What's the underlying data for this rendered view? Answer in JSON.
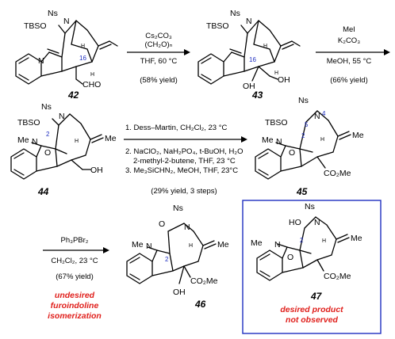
{
  "compounds": {
    "c42": {
      "number": "42",
      "ns": "Ns",
      "tbso": "TBSO",
      "n": "N",
      "h": "H",
      "et": "",
      "c16": "16",
      "cho": "CHO"
    },
    "c43": {
      "number": "43",
      "ns": "Ns",
      "tbso": "TBSO",
      "n": "N",
      "h": "H",
      "c16": "16",
      "oh1": "OH",
      "oh2": "OH"
    },
    "c44": {
      "number": "44",
      "ns": "Ns",
      "tbso": "TBSO",
      "me_n": "Me",
      "n": "N",
      "o": "O",
      "c2": "2",
      "h": "H",
      "me": "Me",
      "oh": "OH"
    },
    "c45": {
      "number": "45",
      "ns": "Ns",
      "tbso": "TBSO",
      "me_n": "Me",
      "n": "N",
      "o": "O",
      "c2": "2",
      "c4": "4",
      "c5": "5",
      "h": "H",
      "me": "Me",
      "co2me": "CO₂Me"
    },
    "c46": {
      "number": "46",
      "ns": "Ns",
      "me_n": "Me",
      "n": "N",
      "o": "O",
      "c2": "2",
      "h": "H",
      "me": "Me",
      "co2me": "CO₂Me",
      "oh": "OH"
    },
    "c47": {
      "number": "47",
      "ns": "Ns",
      "ho": "HO",
      "me_n": "Me",
      "n": "N",
      "o": "O",
      "c2": "2",
      "h": "H",
      "me": "Me",
      "co2me": "CO₂Me"
    }
  },
  "reactions": {
    "r1": {
      "reagent1": "Cs₂CO₃",
      "reagent2": "(CH₂O)ₙ",
      "cond": "THF, 60 °C",
      "yield": "(58% yield)"
    },
    "r2": {
      "reagent1": "MeI",
      "reagent2": "K₂CO₃",
      "cond": "MeOH, 55 °C",
      "yield": "(66% yield)"
    },
    "r3": {
      "step1": "1. Dess–Martin, CH₂Cl₂, 23 °C",
      "step2": "2. NaClO₂, NaH₂PO₄, t-BuOH, H₂O",
      "step2b": "2-methyl-2-butene, THF, 23 °C",
      "step3": "3. Me₃SiCHN₂, MeOH, THF, 23°C",
      "yield": "(29% yield, 3 steps)"
    },
    "r4": {
      "reagent1": "Ph₃PBr₂",
      "cond": "CH₂Cl₂, 23 °C",
      "yield": "(67% yield)"
    }
  },
  "notes": {
    "undesired_line1": "undesired",
    "undesired_line2": "furoindoline",
    "undesired_line3": "isomerization",
    "desired_line1": "desired product",
    "desired_line2": "not observed"
  },
  "colors": {
    "annotation_red": "#e0201c",
    "box_blue": "#1f2fc0",
    "locant_blue": "#1f2fc0"
  }
}
